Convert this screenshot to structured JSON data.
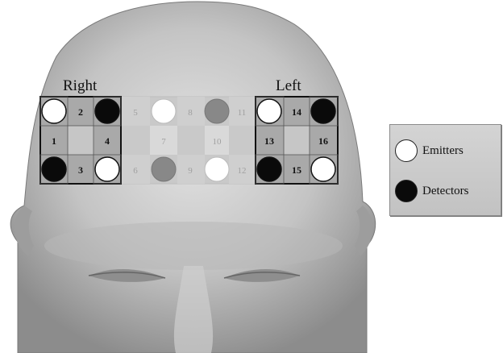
{
  "header": {
    "right_label": "Right",
    "left_label": "Left"
  },
  "legend": {
    "emitters_label": "Emitters",
    "detectors_label": "Detectors"
  },
  "channels": {
    "c1": "1",
    "c2": "2",
    "c3": "3",
    "c4": "4",
    "c5": "5",
    "c6": "6",
    "c7": "7",
    "c8": "8",
    "c9": "9",
    "c10": "10",
    "c11": "11",
    "c12": "12",
    "c13": "13",
    "c14": "14",
    "c15": "15",
    "c16": "16"
  },
  "colors": {
    "emitter": "#ffffff",
    "detector": "#0a0a0a",
    "inactive_optode": "#888888",
    "cell_active": "#a9a9a9",
    "cell_light": "#c8c8c8",
    "head": "#bdbdbd"
  }
}
